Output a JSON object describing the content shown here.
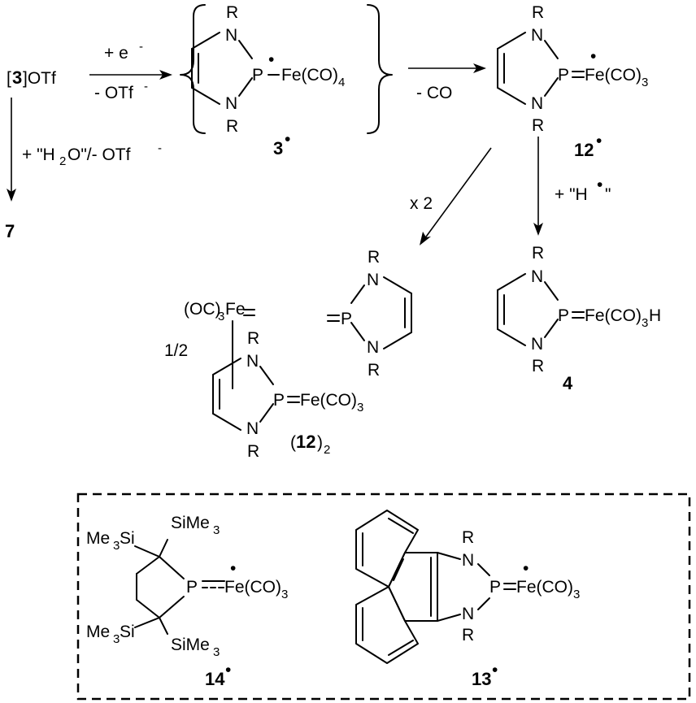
{
  "reagents": {
    "start_prefix": "[",
    "start_num": "3",
    "start_suffix": "]OTf",
    "step1_top": "+ e",
    "step1_top_sup": "-",
    "step1_bottom": "- OTf",
    "step1_bottom_sup": "-",
    "step2": "- CO",
    "hydrolysis_a": "+ \"H",
    "hydrolysis_sub": "2",
    "hydrolysis_b": "O\"/- OTf",
    "hydrolysis_sup": "-",
    "dimerize": "x 2",
    "h_atom_a": "+ \"H",
    "h_atom_b": "\"",
    "half": "1/2"
  },
  "labels": {
    "c7": "7",
    "c3": "3",
    "c12": "12",
    "c4": "4",
    "c12dimer_open": "(",
    "c12dimer_num": "12",
    "c12dimer_close": ")",
    "c12dimer_sub": "2",
    "c14": "14",
    "c13": "13"
  },
  "atoms": {
    "N": "N",
    "R": "R",
    "P": "P",
    "Fe": "Fe(CO)",
    "sub3": "3",
    "sub4": "4",
    "H": "H",
    "OC": "(OC)",
    "Fe_short": "Fe",
    "Me3Si_a": "Me",
    "Me3Si_b": "Si",
    "SiMe3_a": "SiMe",
    "radical": "•"
  }
}
